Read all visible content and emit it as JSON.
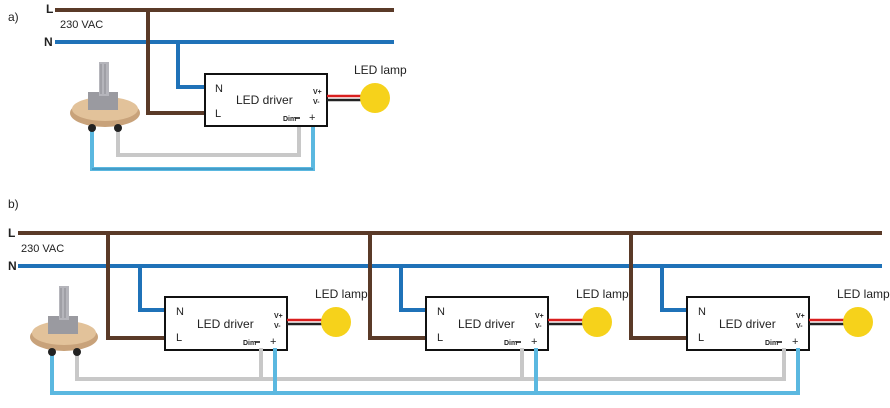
{
  "panels": [
    {
      "label": "a)",
      "rail_l": "L",
      "rail_n": "N",
      "voltage": "230 VAC",
      "drivers": [
        {
          "title": "LED driver",
          "term_n": "N",
          "term_l": "L",
          "vplus": "V+",
          "vminus": "V-",
          "dim": "Dim",
          "plus": "+",
          "lamp_label": "LED lamp"
        }
      ]
    },
    {
      "label": "b)",
      "rail_l": "L",
      "rail_n": "N",
      "voltage": "230 VAC",
      "drivers": [
        {
          "title": "LED driver",
          "term_n": "N",
          "term_l": "L",
          "vplus": "V+",
          "vminus": "V-",
          "dim": "Dim",
          "plus": "+",
          "lamp_label": "LED lamp"
        },
        {
          "title": "LED driver",
          "term_n": "N",
          "term_l": "L",
          "vplus": "V+",
          "vminus": "V-",
          "dim": "Dim",
          "plus": "+",
          "lamp_label": "LED lamp"
        },
        {
          "title": "LED driver",
          "term_n": "N",
          "term_l": "L",
          "vplus": "V+",
          "vminus": "V-",
          "dim": "Dim",
          "plus": "+",
          "lamp_label": "LED lamp"
        }
      ]
    }
  ],
  "colors": {
    "live": "#5a3a28",
    "neutral": "#1f72b8",
    "dim_wire": "#c8c8c8",
    "control_wire": "#5bb8e0",
    "lamp": "#f6d21b",
    "lamp_wire_red": "#d91e1e",
    "lamp_wire_black": "#222222",
    "box_stroke": "#111111"
  },
  "icons": {
    "potentiometer": "potentiometer-icon",
    "lamp": "led-lamp-icon"
  }
}
